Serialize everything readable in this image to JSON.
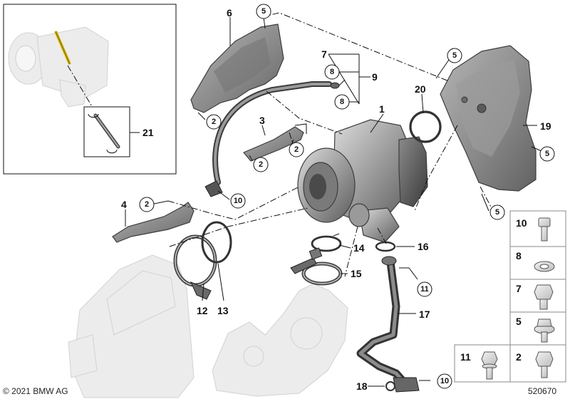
{
  "diagram": {
    "copyright": "© 2021 BMW AG",
    "diagram_number": "520670",
    "callouts": [
      "1",
      "2",
      "3",
      "4",
      "5",
      "6",
      "7",
      "8",
      "9",
      "10",
      "11",
      "12",
      "13",
      "14",
      "15",
      "16",
      "17",
      "18",
      "19",
      "20",
      "21"
    ],
    "legend_items": [
      "10",
      "8",
      "7",
      "5",
      "11",
      "2"
    ]
  }
}
